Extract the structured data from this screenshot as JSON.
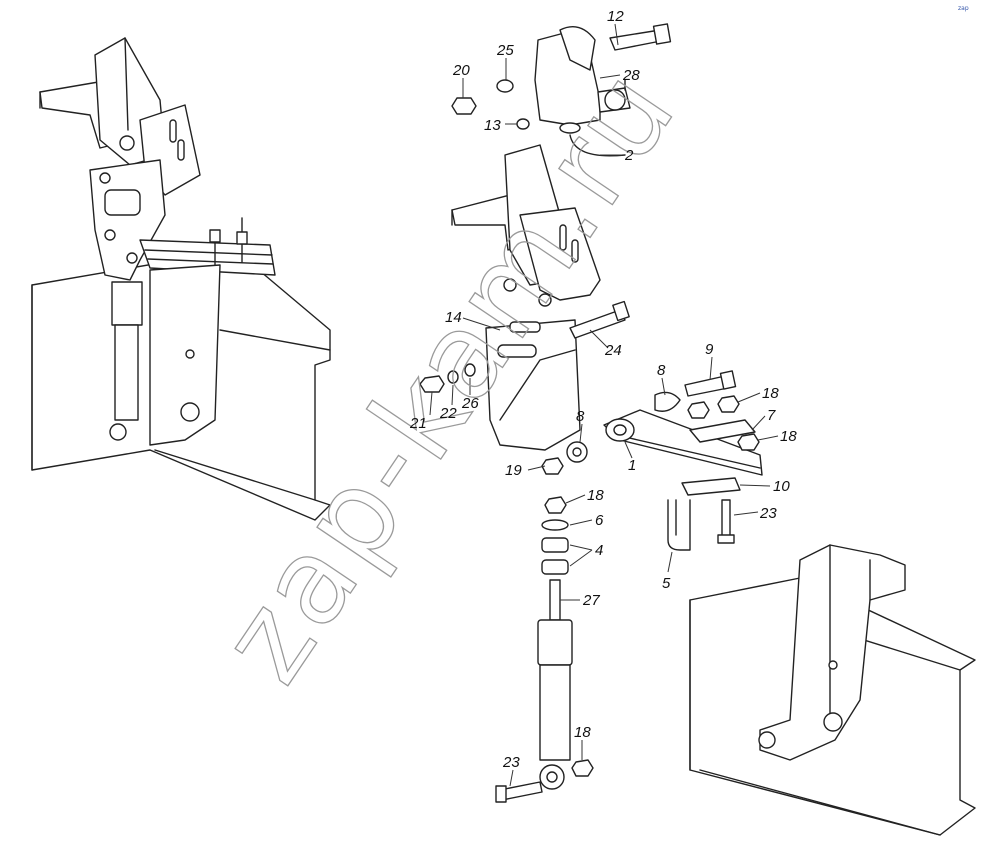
{
  "watermark": "zap-kam.ru",
  "logo_text": "zap",
  "callouts": [
    {
      "id": "12",
      "label": "12"
    },
    {
      "id": "25",
      "label": "25"
    },
    {
      "id": "20",
      "label": "20"
    },
    {
      "id": "28",
      "label": "28"
    },
    {
      "id": "13",
      "label": "13"
    },
    {
      "id": "2",
      "label": "2"
    },
    {
      "id": "14",
      "label": "14"
    },
    {
      "id": "24",
      "label": "24"
    },
    {
      "id": "9",
      "label": "9"
    },
    {
      "id": "8a",
      "label": "8"
    },
    {
      "id": "18a",
      "label": "18"
    },
    {
      "id": "7",
      "label": "7"
    },
    {
      "id": "18b",
      "label": "18"
    },
    {
      "id": "8b",
      "label": "8"
    },
    {
      "id": "21",
      "label": "21"
    },
    {
      "id": "22",
      "label": "22"
    },
    {
      "id": "26",
      "label": "26"
    },
    {
      "id": "19",
      "label": "19"
    },
    {
      "id": "1",
      "label": "1"
    },
    {
      "id": "10",
      "label": "10"
    },
    {
      "id": "18c",
      "label": "18"
    },
    {
      "id": "6",
      "label": "6"
    },
    {
      "id": "4",
      "label": "4"
    },
    {
      "id": "23a",
      "label": "23"
    },
    {
      "id": "5",
      "label": "5"
    },
    {
      "id": "27",
      "label": "27"
    },
    {
      "id": "18d",
      "label": "18"
    },
    {
      "id": "23b",
      "label": "23"
    }
  ]
}
